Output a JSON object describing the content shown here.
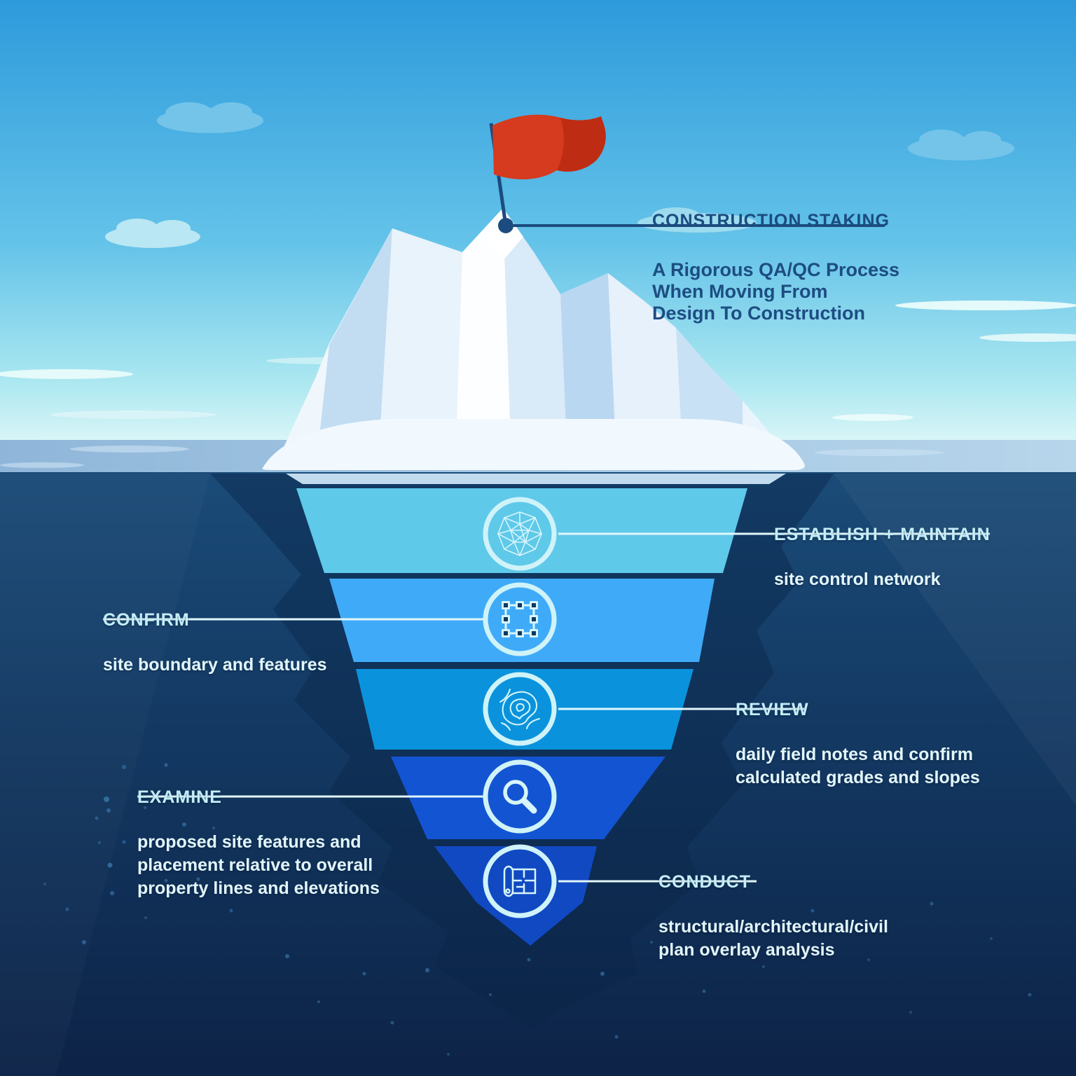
{
  "title": {
    "heading": "CONSTRUCTION STAKING",
    "subtitle": "A Rigorous QA/QC Process\nWhen Moving From\nDesign To Construction"
  },
  "steps": [
    {
      "heading": "ESTABLISH + MAINTAIN",
      "description": "site control network",
      "icon": "geodesic-network-icon",
      "side": "right",
      "layer_color": "#5FC9E9"
    },
    {
      "heading": "CONFIRM",
      "description": "site boundary and features",
      "icon": "boundary-selection-icon",
      "side": "left",
      "layer_color": "#3FABF8"
    },
    {
      "heading": "REVIEW",
      "description": "daily field notes and confirm\ncalculated grades and slopes",
      "icon": "topographic-contours-icon",
      "side": "right",
      "layer_color": "#0A93DC"
    },
    {
      "heading": "EXAMINE",
      "description": "proposed site features and\nplacement relative to overall\nproperty lines and elevations",
      "icon": "magnifying-glass-icon",
      "side": "left",
      "layer_color": "#1254D2"
    },
    {
      "heading": "CONDUCT",
      "description": "structural/architectural/civil\nplan overlay analysis",
      "icon": "blueprint-plan-icon",
      "side": "right",
      "layer_color": "#1049C2"
    }
  ],
  "colors": {
    "sky_top": "#2D9ADB",
    "sky_horizon": "#D9F6F7",
    "water_surface": "#A5C8E4",
    "underwater_top": "#1B4B78",
    "underwater_bottom": "#0D2347",
    "iceberg_silhouette": "#123A63",
    "ice_shelf": "#C2DBEE",
    "flag_red": "#D63A1F",
    "flag_red_dark": "#BE2D13",
    "title_navy": "#1C4B7F",
    "heading_text": "#C4EDF7",
    "body_text": "#E3F6FB",
    "connector_line": "#E2F7FB",
    "icon_ring": "#CFF3F9",
    "icon_inner_dark": "#0F3863"
  }
}
